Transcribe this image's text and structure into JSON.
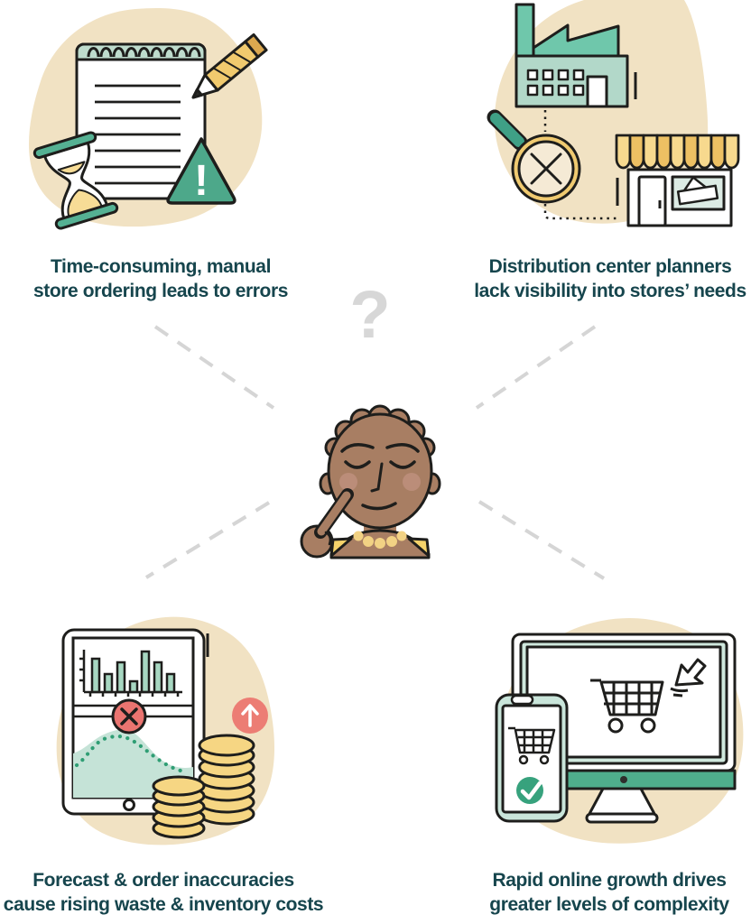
{
  "captions": {
    "top_left": {
      "line1": "Time-consuming, manual",
      "line2": "store ordering leads to errors"
    },
    "top_right": {
      "line1": "Distribution center planners",
      "line2": "lack visibility into stores’ needs"
    },
    "bottom_left": {
      "line1": "Forecast & order inaccuracies",
      "line2": "cause rising waste & inventory costs"
    },
    "bottom_right": {
      "line1": "Rapid online growth drives",
      "line2": "greater levels of complexity"
    }
  },
  "center": {
    "question_mark": "?",
    "figure": "thinking-person"
  },
  "warning": {
    "exclamation": "!"
  },
  "illustrations": {
    "top_left": [
      "notepad-icon",
      "pencil-icon",
      "hourglass-icon",
      "warning-triangle-icon"
    ],
    "top_right": [
      "factory-icon",
      "magnifier-x-icon",
      "storefront-icon"
    ],
    "bottom_left": [
      "tablet-icon",
      "bar-chart-icon",
      "error-x-icon",
      "forecast-area-icon",
      "coins-icon",
      "arrow-up-circle-icon"
    ],
    "bottom_right": [
      "desktop-monitor-icon",
      "shopping-cart-icon",
      "cursor-arrow-icon",
      "smartphone-icon",
      "checkmark-circle-icon"
    ]
  },
  "colors": {
    "caption_text": "#16454d",
    "blob_tan": "#f1e2c3",
    "mint": "#bedccd",
    "mint_light": "#cfe8dd",
    "green": "#4da88a",
    "green_dark": "#3fa086",
    "factory_body": "#b2d8c9",
    "factory_roof": "#6fc7ab",
    "yellow": "#f4d07e",
    "yellow_dark": "#eec05f",
    "cream": "#f5ead5",
    "salmon": "#ec7b72",
    "skin": "#a87e63",
    "cheek": "#bb8d79",
    "bead_yellow": "#f2d284",
    "outline": "#1e1e1c",
    "dash_gray": "#d5d5d5",
    "question_mark_gray": "#d7d7d7"
  }
}
